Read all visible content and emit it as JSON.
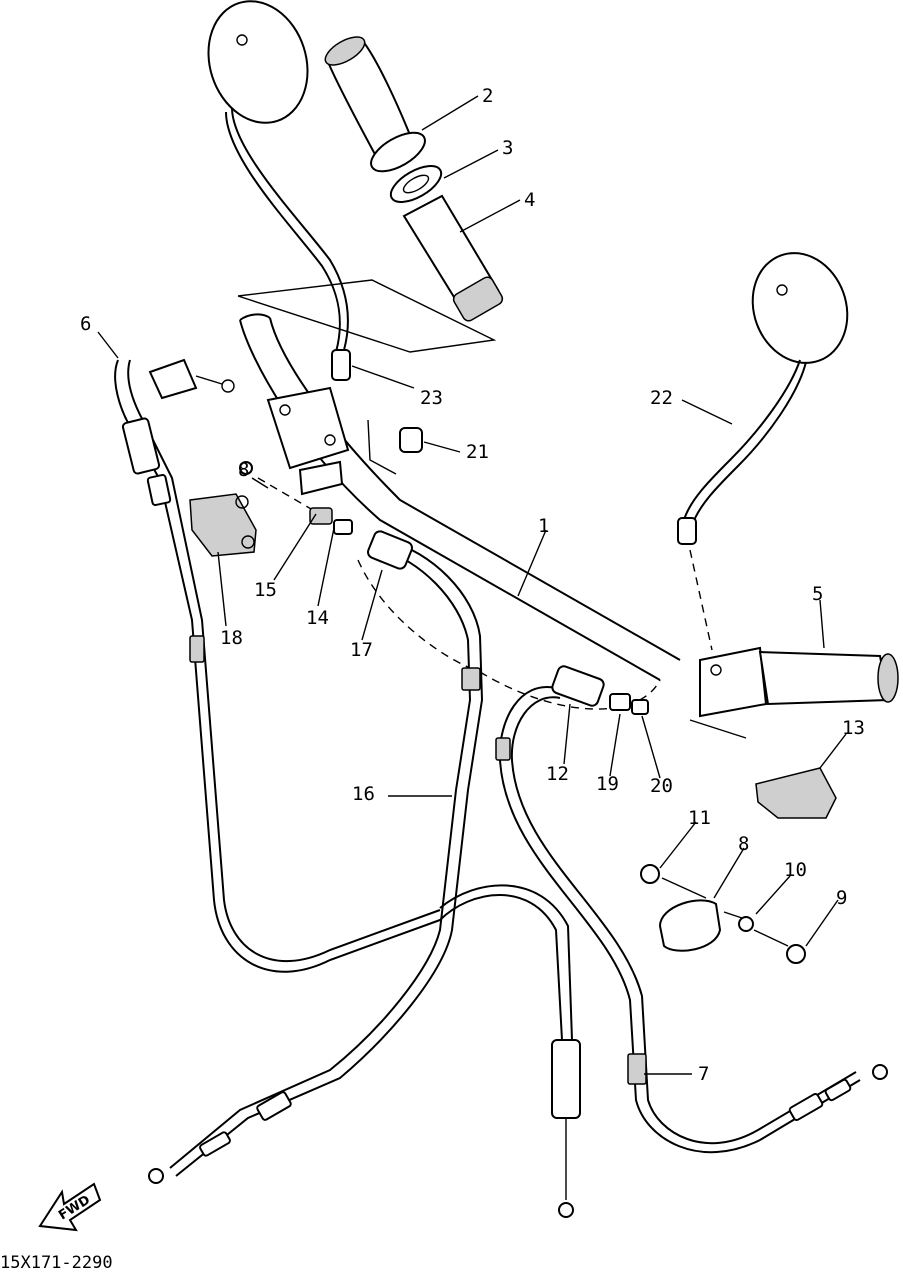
{
  "part_labels": {
    "p1": "1",
    "p2": "2",
    "p3": "3",
    "p4": "4",
    "p5": "5",
    "p6": "6",
    "p7": "7",
    "p8": "8",
    "p9": "9",
    "p10": "10",
    "p11": "11",
    "p12": "12",
    "p13": "13",
    "p14": "14",
    "p15": "15",
    "p16": "16",
    "p17": "17",
    "p18": "18",
    "p19": "19",
    "p20": "20",
    "p21": "21",
    "p22": "22",
    "p23": "23",
    "p8b": "8"
  },
  "drawing_code": "15X171-2290",
  "fwd_label": "FWD"
}
